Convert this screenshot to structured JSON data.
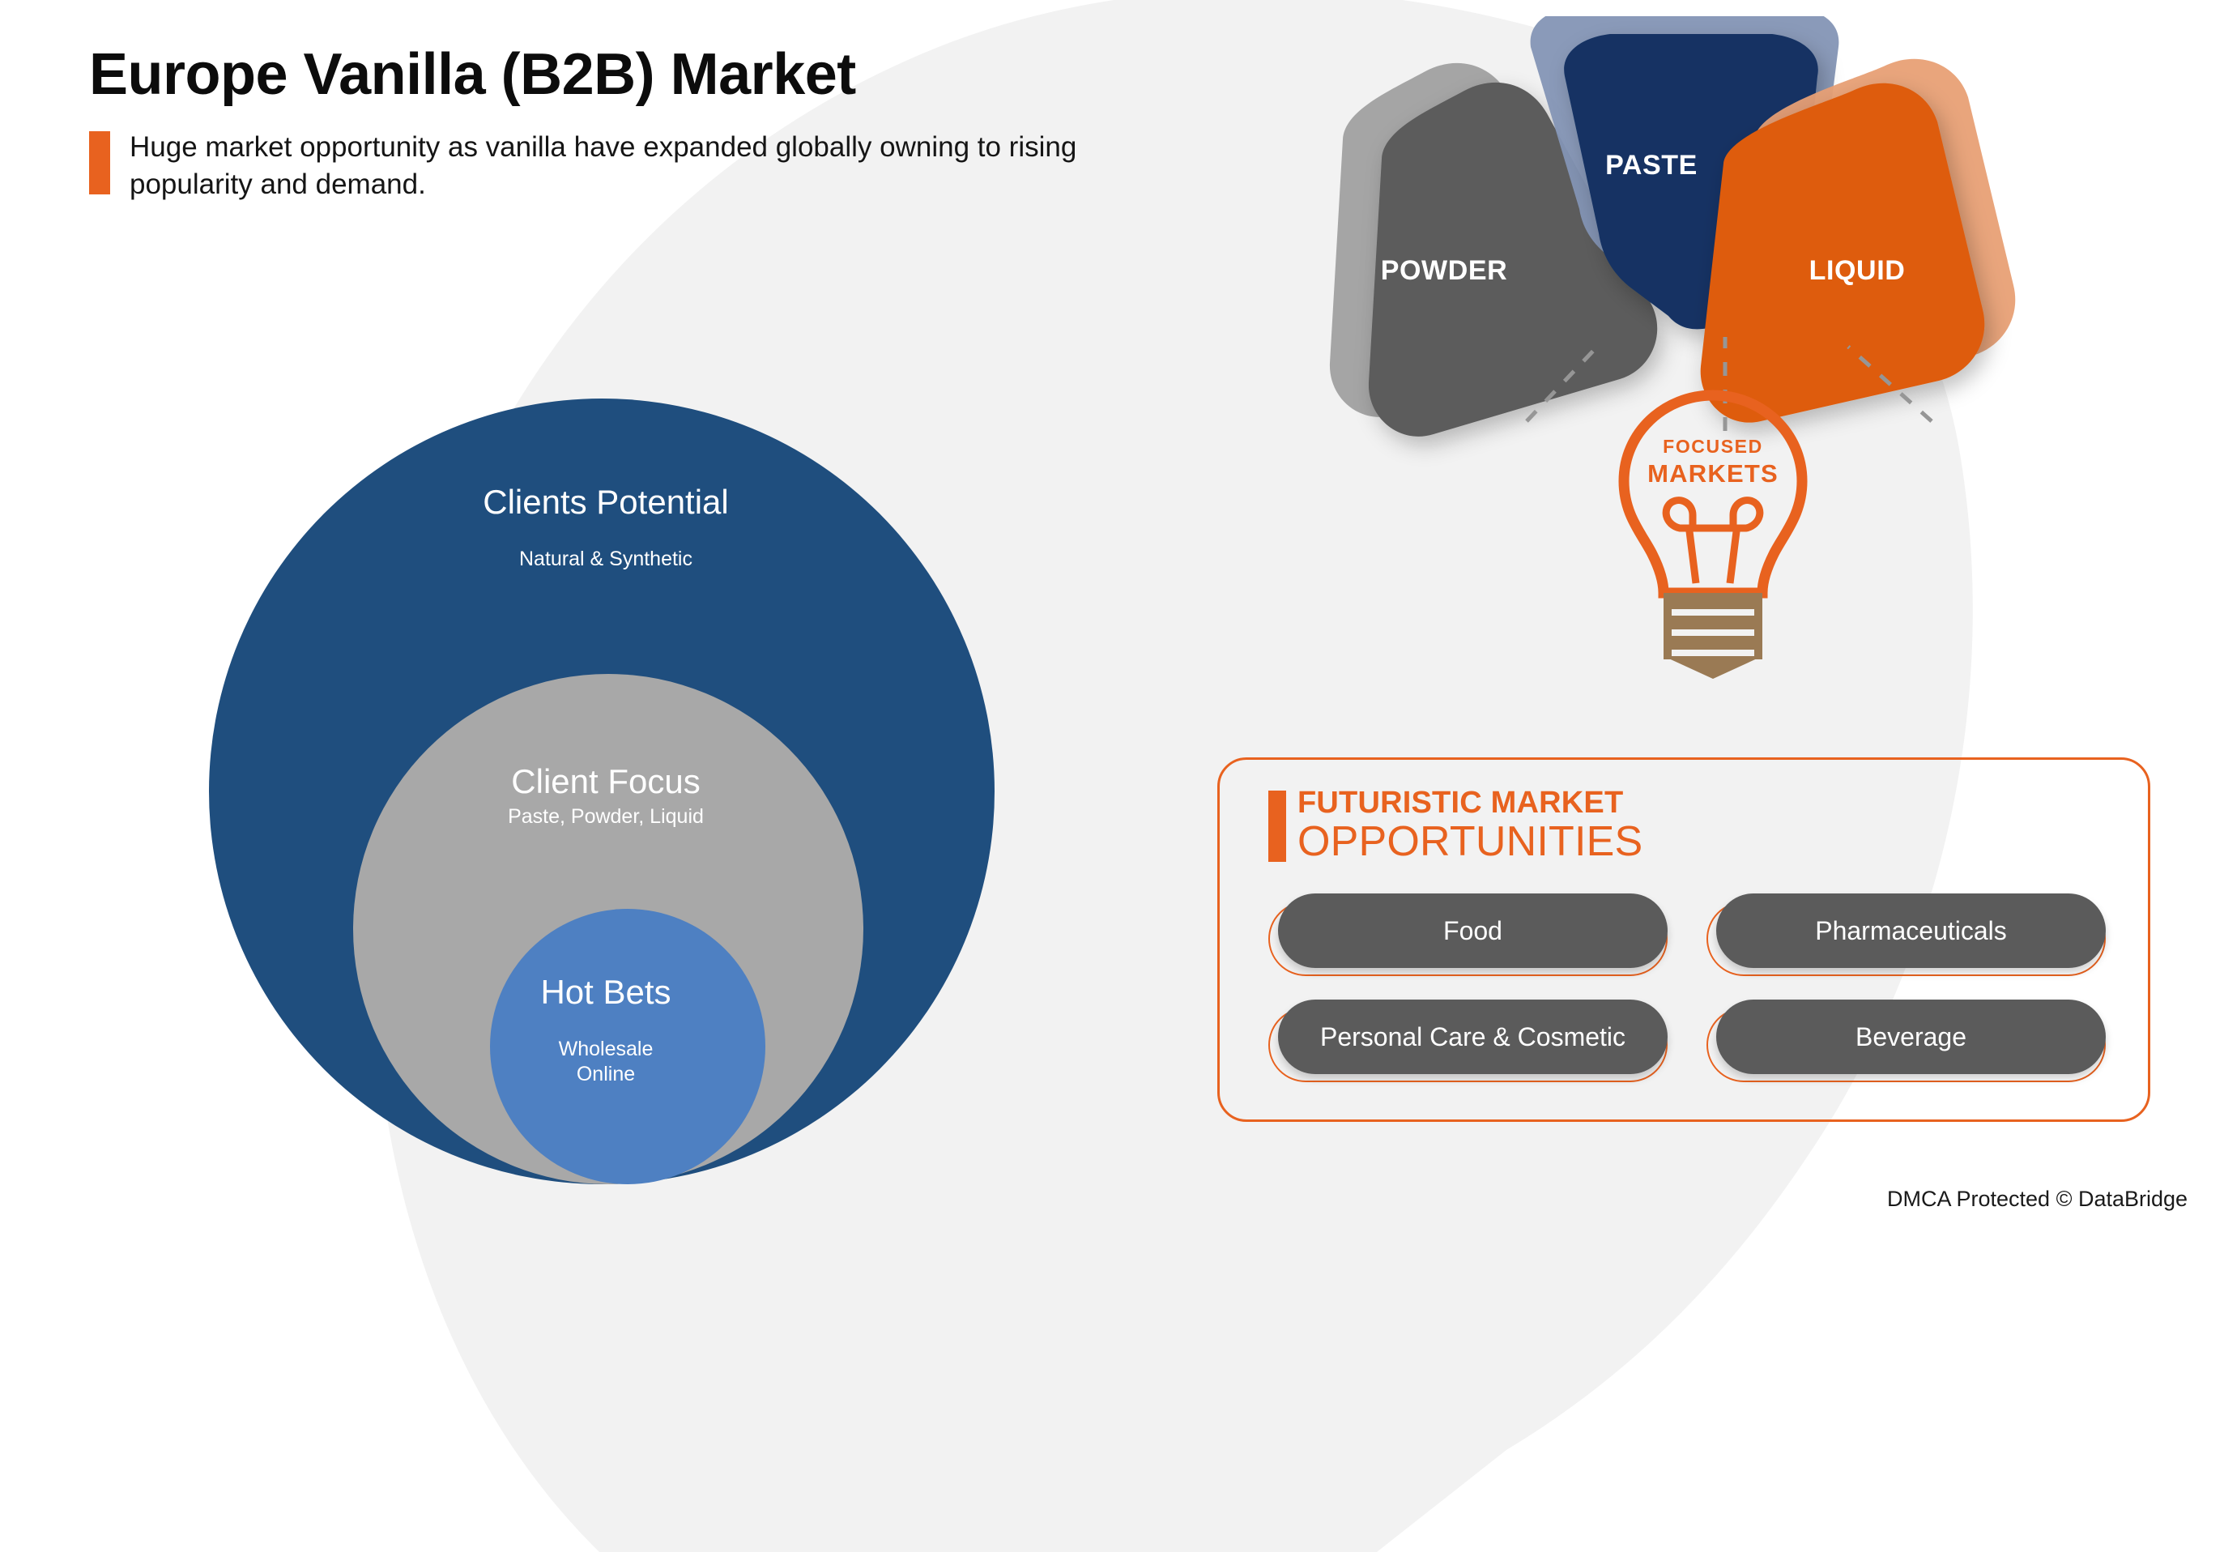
{
  "header": {
    "title": "Europe Vanilla (B2B) Market",
    "subtitle": "Huge market opportunity as vanilla have expanded globally owning to rising popularity and demand."
  },
  "colors": {
    "accent_orange": "#E8621F",
    "liquid_orange": "#DE5B0A",
    "liquid_orange_shadow": "#E8A075",
    "navy": "#123264",
    "navy_shadow": "#8495B5",
    "dark_gray": "#5B5B5B",
    "gray_shadow": "#A0A0A0",
    "circle_outer_blue": "#1F4E7E",
    "circle_mid_gray": "#A8A8A8",
    "circle_inner_blue": "#4E80C2",
    "bulb_base_brown": "#9A7A54",
    "background_blob": "#F2F2F2"
  },
  "circles": [
    {
      "title": "Clients Potential",
      "subtitle": "Natural & Synthetic"
    },
    {
      "title": "Client Focus",
      "subtitle": "Paste, Powder, Liquid"
    },
    {
      "title": "Hot Bets",
      "subtitle": "Wholesale\nOnline"
    }
  ],
  "petals": [
    {
      "label": "POWDER",
      "color": "#5B5B5B"
    },
    {
      "label": "PASTE",
      "color": "#123264"
    },
    {
      "label": "LIQUID",
      "color": "#DE5B0A"
    }
  ],
  "bulb": {
    "line1": "FOCUSED",
    "line2": "MARKETS",
    "icon": "lightbulb-icon"
  },
  "opportunities": {
    "heading_line1": "FUTURISTIC MARKET",
    "heading_line2": "OPPORTUNITIES",
    "items": [
      "Food",
      "Pharmaceuticals",
      "Personal Care & Cosmetic",
      "Beverage"
    ]
  },
  "footer": {
    "text": "DMCA Protected © DataBridge"
  }
}
